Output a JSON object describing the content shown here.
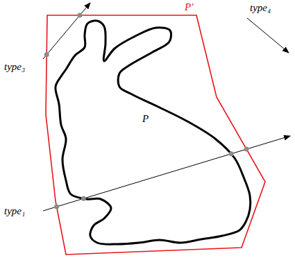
{
  "diagram": {
    "labels": [
      "P′",
      "type₄",
      "type₃",
      "P",
      "type₁"
    ]
  }
}
